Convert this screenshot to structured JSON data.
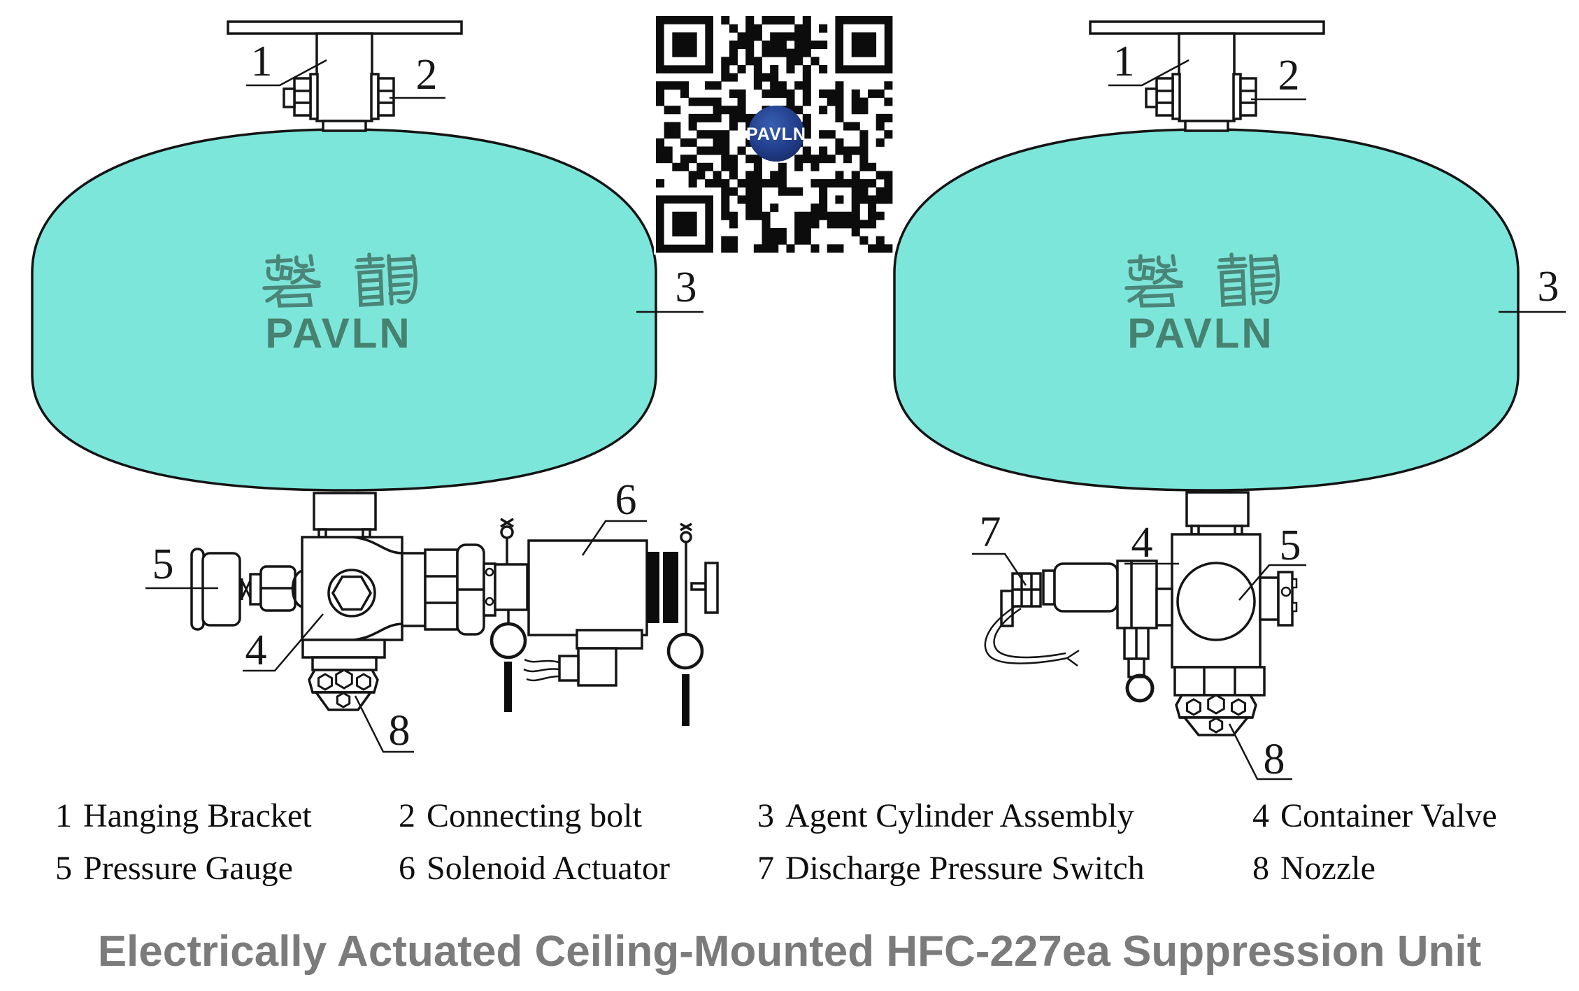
{
  "title": {
    "text": "Electrically Actuated Ceiling-Mounted HFC-227ea Suppression Unit",
    "color": "#7b7b7b"
  },
  "brand": {
    "cn": "磐龍",
    "latin": "PAVLN"
  },
  "qr": {
    "logo_text": "PAVLN"
  },
  "callout_numbers": {
    "n1": "1",
    "n2": "2",
    "n3": "3",
    "n4": "4",
    "n5": "5",
    "n6": "6",
    "n7": "7",
    "n8": "8"
  },
  "legend": {
    "items": [
      {
        "num": "1",
        "label": "Hanging Bracket"
      },
      {
        "num": "2",
        "label": "Connecting bolt"
      },
      {
        "num": "3",
        "label": "Agent Cylinder Assembly"
      },
      {
        "num": "4",
        "label": "Container Valve"
      },
      {
        "num": "5",
        "label": "Pressure Gauge"
      },
      {
        "num": "6",
        "label": "Solenoid Actuator"
      },
      {
        "num": "7",
        "label": "Discharge Pressure Switch"
      },
      {
        "num": "8",
        "label": "Nozzle"
      }
    ]
  },
  "colors": {
    "cylinder_fill": "#7de6da",
    "cylinder_stroke": "#141414",
    "brand_text": "#47816f",
    "qr_logo_bg": "#1d3c8e",
    "line": "#151515",
    "title_gray": "#7b7b7b"
  }
}
